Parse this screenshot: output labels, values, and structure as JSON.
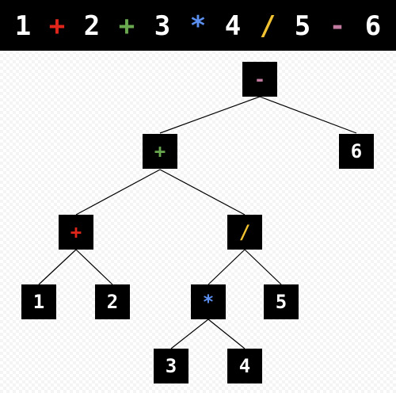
{
  "expression": {
    "tokens": [
      {
        "text": "1",
        "color": "#ffffff"
      },
      {
        "text": "+",
        "color": "#e0261b"
      },
      {
        "text": "2",
        "color": "#ffffff"
      },
      {
        "text": "+",
        "color": "#6aa84f"
      },
      {
        "text": "3",
        "color": "#ffffff"
      },
      {
        "text": "*",
        "color": "#5b8ff0"
      },
      {
        "text": "4",
        "color": "#ffffff"
      },
      {
        "text": "/",
        "color": "#f1c232"
      },
      {
        "text": "5",
        "color": "#ffffff"
      },
      {
        "text": "-",
        "color": "#c27ba0"
      },
      {
        "text": "6",
        "color": "#ffffff"
      }
    ]
  },
  "tree": {
    "root_minus": {
      "label": "-",
      "color": "#c27ba0"
    },
    "plus_green": {
      "label": "+",
      "color": "#6aa84f"
    },
    "leaf_6": {
      "label": "6",
      "color": "#ffffff"
    },
    "plus_red": {
      "label": "+",
      "color": "#e0261b"
    },
    "divide": {
      "label": "/",
      "color": "#f1c232"
    },
    "leaf_1": {
      "label": "1",
      "color": "#ffffff"
    },
    "leaf_2": {
      "label": "2",
      "color": "#ffffff"
    },
    "multiply": {
      "label": "*",
      "color": "#5b8ff0"
    },
    "leaf_5": {
      "label": "5",
      "color": "#ffffff"
    },
    "leaf_3": {
      "label": "3",
      "color": "#ffffff"
    },
    "leaf_4": {
      "label": "4",
      "color": "#ffffff"
    }
  }
}
